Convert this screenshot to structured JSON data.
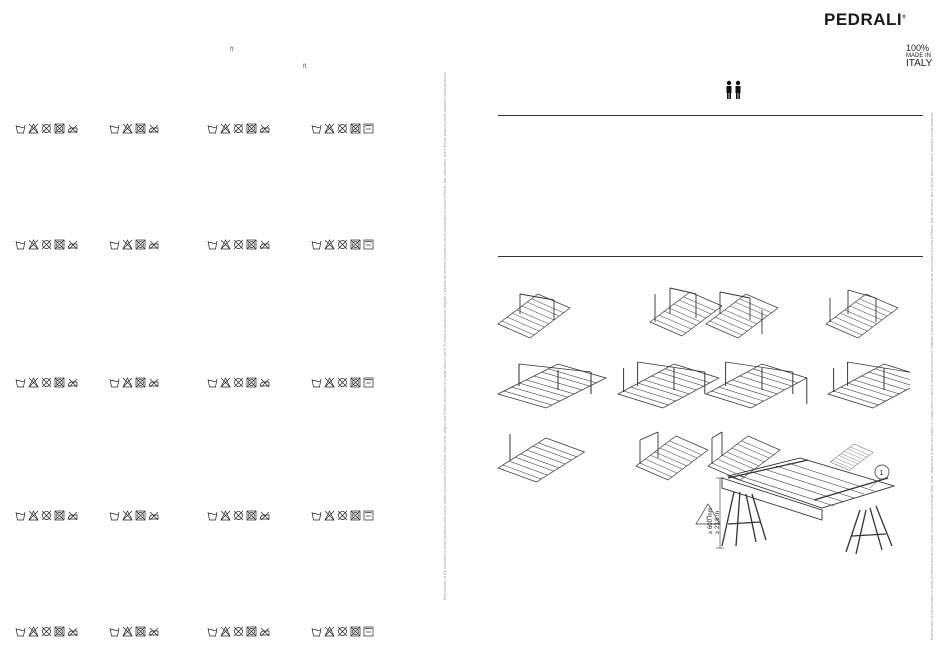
{
  "brand": {
    "name": "PEDRALI",
    "trademark": "®"
  },
  "made_in": {
    "percent": "100%",
    "made_in": "MADE IN",
    "country": "ITALY"
  },
  "footnote_marks": [
    "ft",
    "ft"
  ],
  "care_rows": 5,
  "care_groups_per_row": 4,
  "care_symbols": {
    "group_a": [
      "wash-tub-icon",
      "no-bleach-icon",
      "no-dry-clean-icon",
      "no-tumble-dry-icon",
      "no-iron-icon"
    ],
    "group_b": [
      "wash-tub-icon",
      "no-bleach-icon",
      "no-tumble-dry-icon",
      "no-iron-icon"
    ],
    "group_c": [
      "wash-tub-icon",
      "no-bleach-icon",
      "no-dry-clean-icon",
      "no-tumble-dry-icon",
      "no-iron-icon"
    ],
    "group_d": [
      "wash-tub-icon",
      "no-bleach-icon",
      "no-dry-clean-icon",
      "no-tumble-dry-icon",
      "dry-flat-icon"
    ]
  },
  "assembly": {
    "people_icon": "two-people-icon",
    "callout_number": "1",
    "height_metric": "≥ 600 mm",
    "height_imperial": "≥ 23,6 in",
    "warning_icon": "warning-triangle-icon"
  },
  "legal_text": {
    "left_column": "Reproduction of this document is strictly prohibited without prior written authorization from Pedrali. Data, sizes, weights and finishes are subject to change without notice. È vietata la riproduzione integrale o parziale del presente documento senza autorizzazione scritta di Pedrali. Dati, dimensioni, pesi e finiture possono subire variazioni senza preavviso.",
    "right_column": "Reproduction of this document is strictly prohibited without prior written authorization from Pedrali. Data, sizes, weights and finishes are subject to change without notice. È vietata la riproduzione integrale o parziale del presente documento senza autorizzazione scritta di Pedrali. Dati, dimensioni, pesi e finiture possono subire variazioni senza preavviso."
  }
}
